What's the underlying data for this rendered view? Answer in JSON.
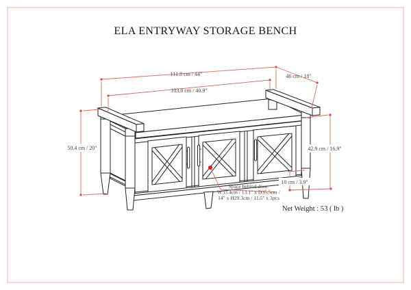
{
  "title": "ELA ENTRYWAY STORAGE BENCH",
  "dimensions": {
    "overall_width": "111.8 cm / 44\"",
    "inner_width": "103.8 cm / 40.9\"",
    "depth": "46 cm / 18\"",
    "overall_height": "50.4 cm / 20\"",
    "interior_height": "42.9 cm / 16.9\"",
    "leg_height": "10 cm / 3.9\""
  },
  "space_note": {
    "line1": "Space behind door:",
    "line2": "W33.4cm / 13.1\" x D35.5cm /",
    "line3": "14\" x H29.3cm / 11.5\" x 3pcs"
  },
  "net_weight": "Net Weight : 53 ( lb )",
  "colors": {
    "dimension_line": "#d4695f",
    "dimension_text": "#4a3f39",
    "drawing_line": "#222222",
    "marker": "#e8150d",
    "page_border": "#f0b3a5"
  }
}
